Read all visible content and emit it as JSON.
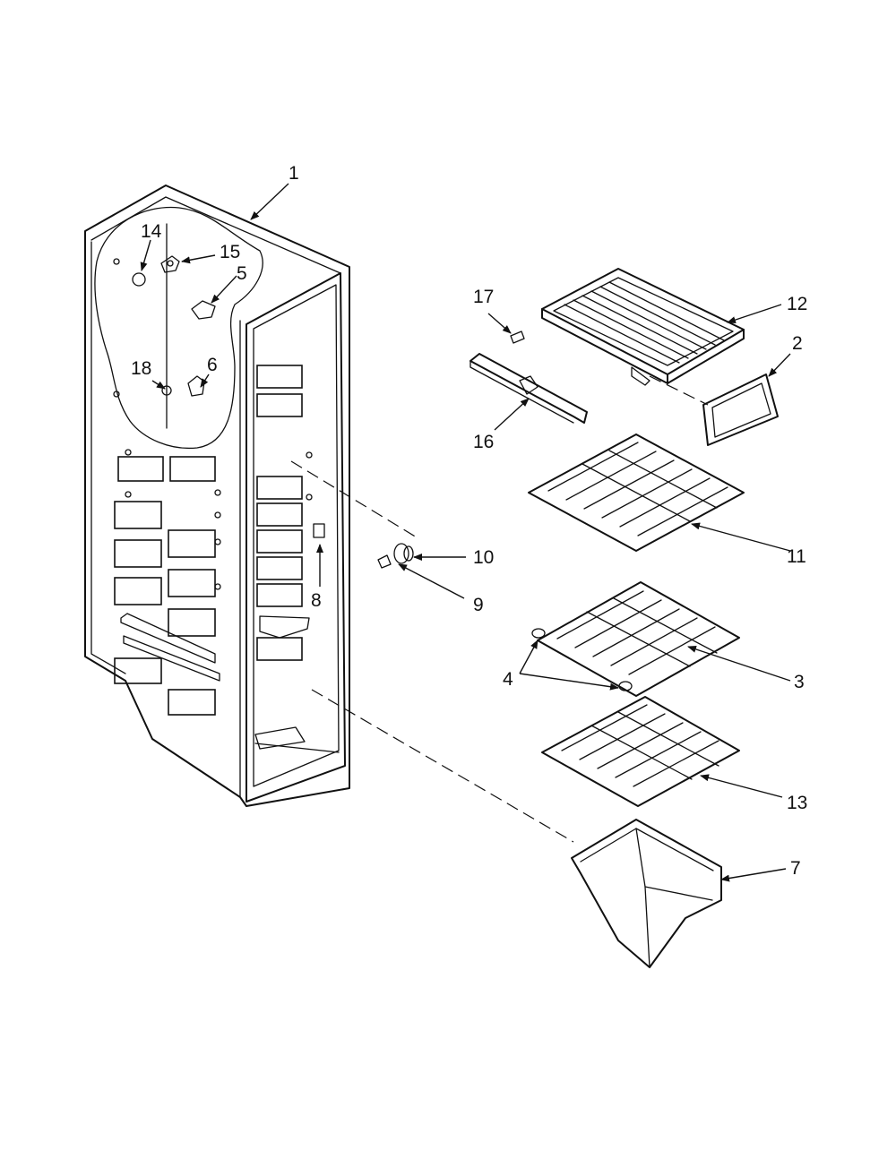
{
  "callouts": [
    "1",
    "2",
    "3",
    "4",
    "5",
    "6",
    "7",
    "8",
    "9",
    "10",
    "11",
    "12",
    "13",
    "14",
    "15",
    "16",
    "17",
    "18"
  ],
  "colors": {
    "line": "#111111",
    "background": "#ffffff"
  }
}
